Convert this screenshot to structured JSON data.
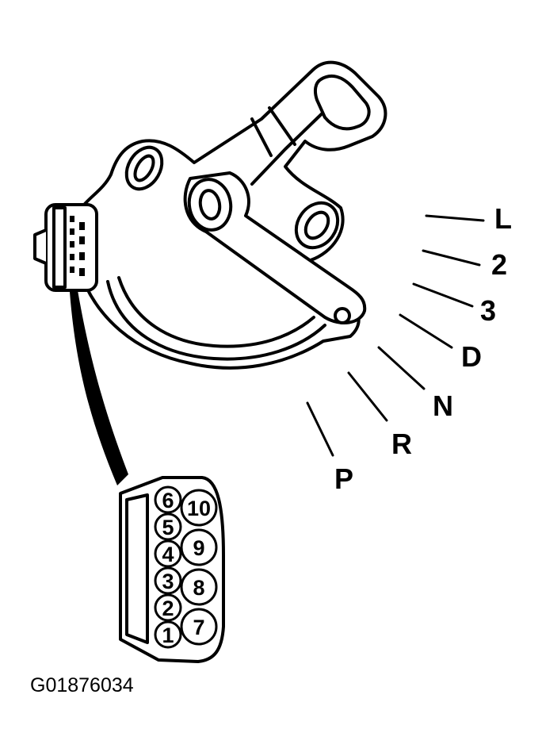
{
  "figure_code": "G01876034",
  "positions": [
    {
      "label": "L"
    },
    {
      "label": "2"
    },
    {
      "label": "3"
    },
    {
      "label": "D"
    },
    {
      "label": "N"
    },
    {
      "label": "R"
    },
    {
      "label": "P"
    }
  ],
  "connector_pins": {
    "left_column": [
      "6",
      "5",
      "4",
      "3",
      "2",
      "1"
    ],
    "right_column": [
      "10",
      "9",
      "8",
      "7"
    ]
  }
}
